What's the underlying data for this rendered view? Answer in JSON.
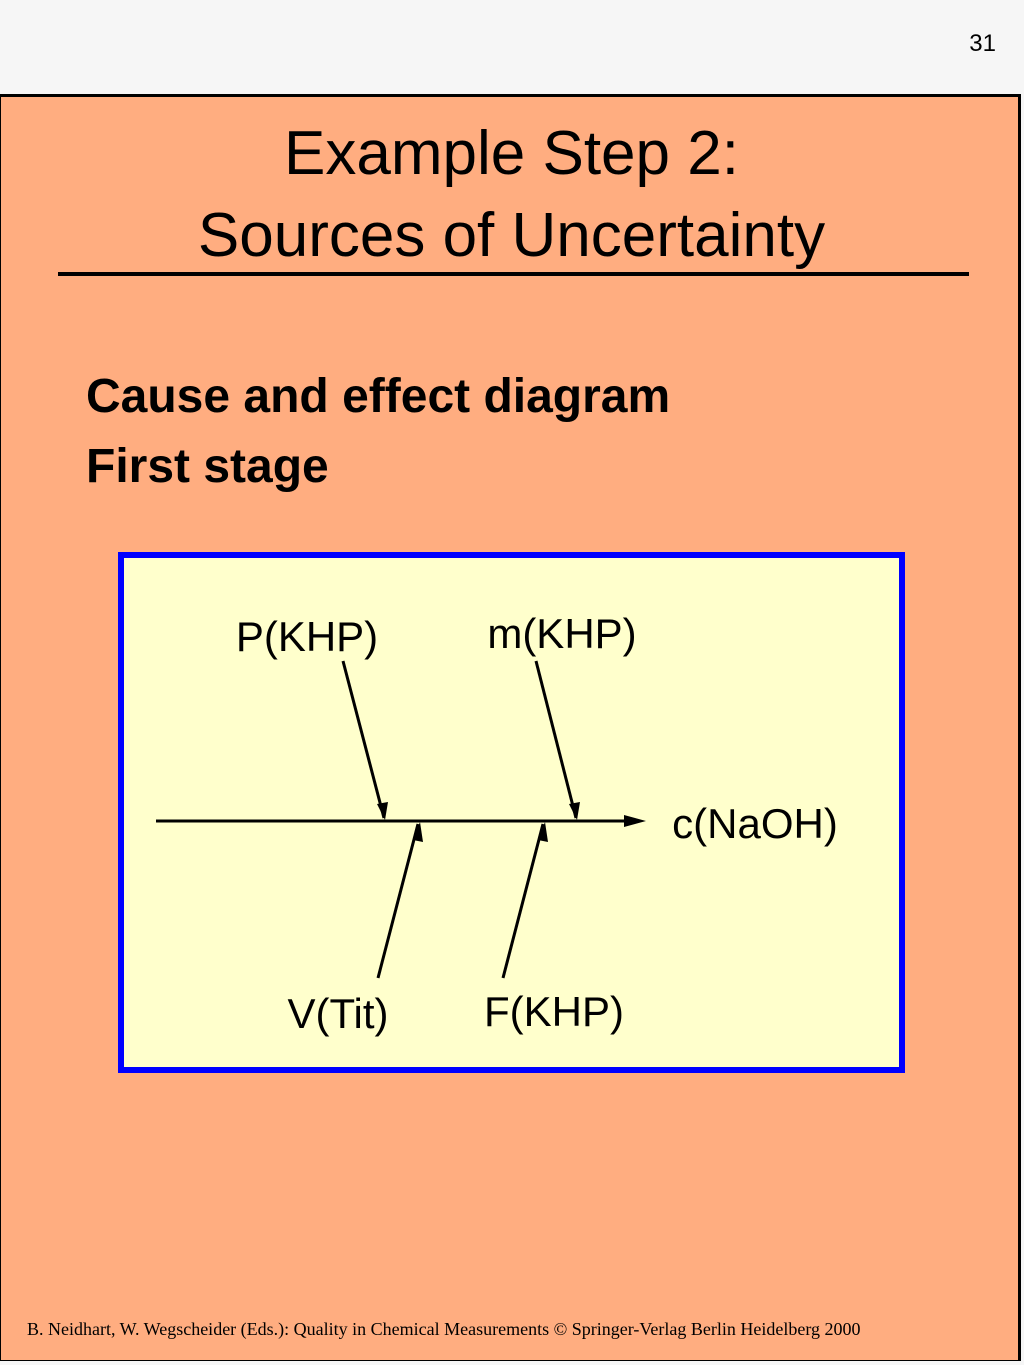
{
  "page_number": "31",
  "title": {
    "line1": "Example Step 2:",
    "line2": "Sources of Uncertainty"
  },
  "subtitle": {
    "line1": "Cause and effect diagram",
    "line2": "First stage"
  },
  "diagram": {
    "effect": "c(NaOH)",
    "causes": [
      {
        "label": "P(KHP)",
        "side": "top"
      },
      {
        "label": "m(KHP)",
        "side": "top"
      },
      {
        "label": "V(Tit)",
        "side": "bottom"
      },
      {
        "label": "F(KHP)",
        "side": "bottom"
      }
    ]
  },
  "footer": "B. Neidhart, W. Wegscheider (Eds.): Quality in Chemical Measurements © Springer-Verlag Berlin Heidelberg 2000"
}
